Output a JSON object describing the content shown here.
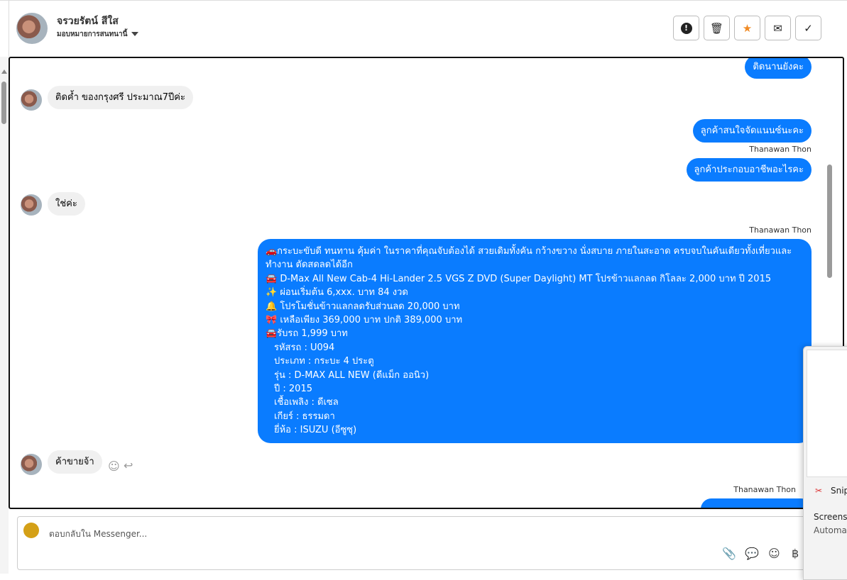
{
  "header": {
    "name": "จรวยรัตน์ สีใส",
    "assign": "มอบหมายการสนทนานี้",
    "buttons": [
      {
        "name": "report",
        "glyph": "!"
      },
      {
        "name": "delete",
        "glyph": "🗑"
      },
      {
        "name": "star",
        "glyph": "★"
      },
      {
        "name": "mail",
        "glyph": "✉"
      },
      {
        "name": "done",
        "glyph": "✓"
      }
    ]
  },
  "messages": {
    "m1": "ติดนานยังคะ",
    "m2": "ติดค้ำ ของกรุงศรี ประมาณ7ปีค่ะ",
    "m3": "ลูกค้าสนใจจัดแนนซ์นะคะ",
    "sender": "Thanawan Thon",
    "m4": "ลูกค้าประกอบอาชีพอะไรคะ",
    "m5": "ใช่ค่ะ",
    "big": [
      "🚗กระบะขับดี ทนทาน คุ้มค่า ในราคาที่คุณจับต้องได้ สวยเดิมทั้งคัน กว้างขวาง นั่งสบาย ภายในสะอาด ครบจบในคันเดียวทั้งเที่ยวและทำงาน ตัดสดลดได้อีก",
      "🚘 D-Max All New Cab-4 Hi-Lander 2.5 VGS Z DVD (Super Daylight) MT โปรข้าวแลกลด กิโลละ 2,000 บาท ปี 2015",
      "✨  ผ่อนเริ่มต้น 6,xxx. บาท 84 งวด",
      "🔔  โปรโมชั่นข้าวแลกลดรับส่วนลด 20,000 บาท",
      "🎀  เหลือเพียง 369,000 บาท ปกติ 389,000 บาท",
      "🚘รับรถ 1,999 บาท",
      "   รหัสรถ : U094",
      "   ประเภท : กระบะ 4 ประตู",
      "   รุ่น : D-MAX ALL NEW (ดีแม็ก ออนิว)",
      "   ปี : 2015",
      "   เชื้อเพลิง : ดีเซล",
      "   เกียร์ : ธรรมดา",
      "   ยี่ห้อ : ISUZU (อีซูซุ)"
    ],
    "m6": "ค้าขายจ้า"
  },
  "composer": {
    "placeholder": "ตอบกลับใน Messenger..."
  },
  "snip": {
    "title": "Snip",
    "line1": "Screens",
    "line2": "Automa"
  }
}
